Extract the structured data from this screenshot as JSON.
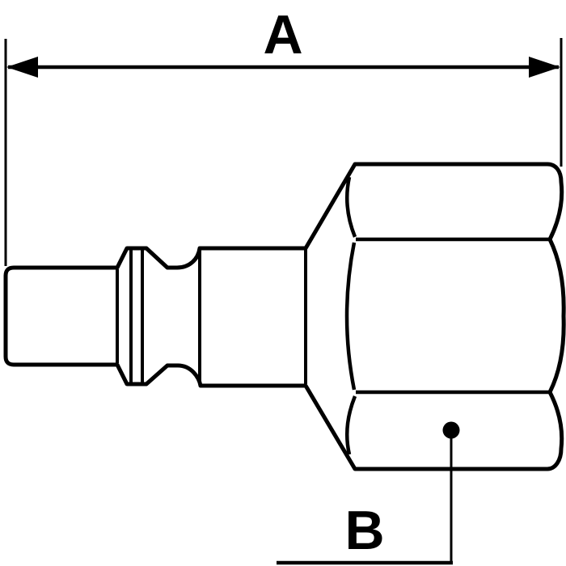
{
  "diagram": {
    "type": "technical-drawing",
    "subject": "quick-coupling plug with hex female body, side view",
    "dimension_a": {
      "label": "A",
      "kind": "horizontal-dimension-with-arrows"
    },
    "dimension_b": {
      "label": "B",
      "kind": "leader-callout-with-dot"
    }
  },
  "colors": {
    "line": "#000000",
    "background": "#ffffff"
  }
}
